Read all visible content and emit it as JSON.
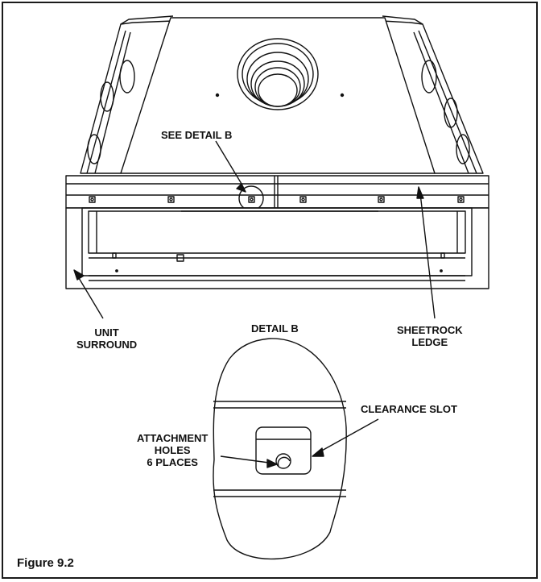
{
  "callouts": {
    "see_detail": "SEE DETAIL B",
    "unit_surround_line1": "UNIT",
    "unit_surround_line2": "SURROUND",
    "detail_title": "DETAIL B",
    "sheetrock_line1": "SHEETROCK",
    "sheetrock_line2": "LEDGE",
    "clearance_slot": "CLEARANCE SLOT",
    "attach_line1": "ATTACHMENT",
    "attach_line2": "HOLES",
    "attach_line3": "6 PLACES"
  },
  "caption": "Figure 9.2",
  "colors": {
    "line": "#111111",
    "fill": "#ffffff"
  }
}
